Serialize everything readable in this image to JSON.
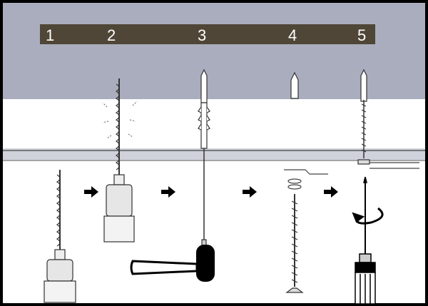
{
  "steps": [
    {
      "number": "1"
    },
    {
      "number": "2"
    },
    {
      "number": "3"
    },
    {
      "number": "4"
    },
    {
      "number": "5"
    }
  ],
  "colors": {
    "wall": "#a9adbd",
    "label_bar": "#4f4637",
    "board": "#ffffff",
    "frame": "#000000",
    "ink": "#333333",
    "arrow": "#000000"
  },
  "icons": [
    "drill-icon",
    "hammer-icon",
    "wall-plug-icon",
    "washer-icon",
    "screw-icon",
    "screwdriver-icon",
    "rotate-arrow-icon",
    "next-step-arrow-icon"
  ]
}
